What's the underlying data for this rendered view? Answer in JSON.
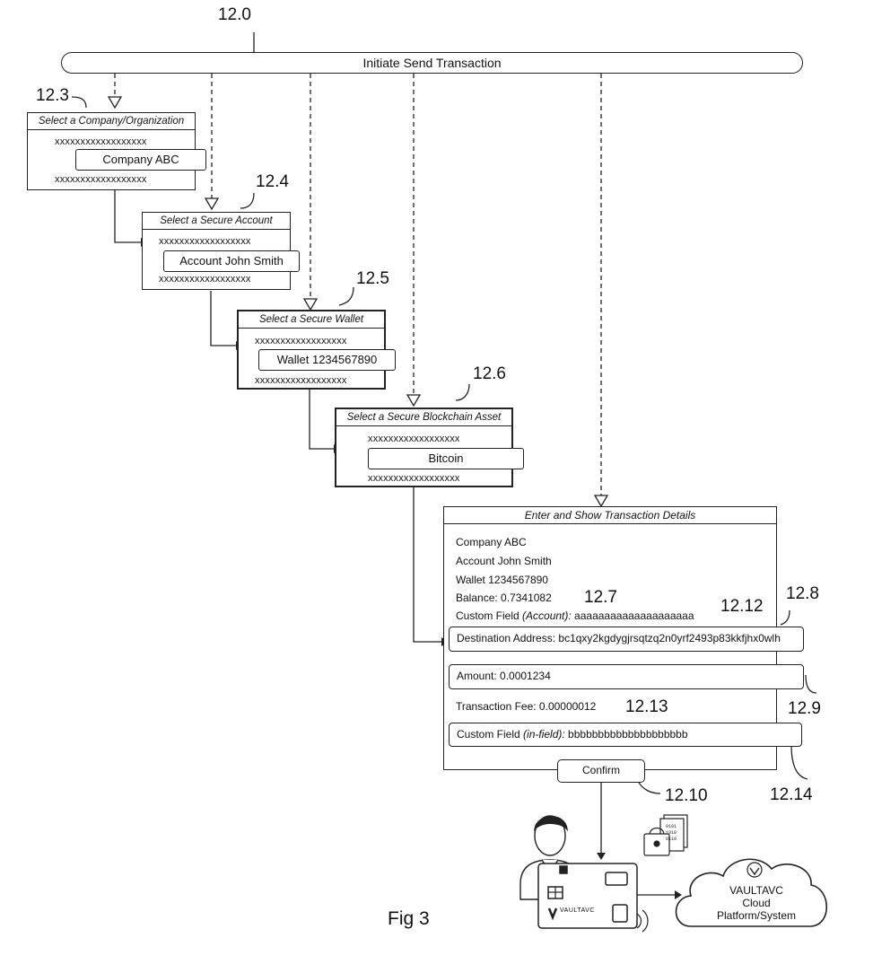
{
  "banner": {
    "label": "Initiate Send Transaction",
    "ref": "12.0"
  },
  "panels": {
    "company": {
      "ref": "12.3",
      "header": "Select a Company/Organization",
      "filler_top": "xxxxxxxxxxxxxxxxxx",
      "selected": "Company ABC",
      "filler_bottom": "xxxxxxxxxxxxxxxxxx"
    },
    "account": {
      "ref": "12.4",
      "header": "Select a Secure Account",
      "filler_top": "xxxxxxxxxxxxxxxxxx",
      "selected": "Account John Smith",
      "filler_bottom": "xxxxxxxxxxxxxxxxxx"
    },
    "wallet": {
      "ref": "12.5",
      "header": "Select a Secure Wallet",
      "filler_top": "xxxxxxxxxxxxxxxxxx",
      "selected": "Wallet 1234567890",
      "filler_bottom": "xxxxxxxxxxxxxxxxxx"
    },
    "asset": {
      "ref": "12.6",
      "header": "Select a Secure Blockchain Asset",
      "filler_top": "xxxxxxxxxxxxxxxxxx",
      "selected": "Bitcoin",
      "filler_bottom": "xxxxxxxxxxxxxxxxxx"
    }
  },
  "details": {
    "header": "Enter and Show Transaction Details",
    "company": "Company ABC",
    "account": "Account John Smith",
    "wallet": "Wallet 1234567890",
    "balance": "Balance: 0.7341082",
    "custom_account_prefix": "Custom Field ",
    "custom_account_italic": "(Account):",
    "custom_account_value": " aaaaaaaaaaaaaaaaaaaa",
    "destination": "Destination Address: bc1qxy2kgdygjrsqtzq2n0yrf2493p83kkfjhx0wlh",
    "amount": "Amount: 0.0001234",
    "fee": "Transaction Fee: 0.00000012",
    "custom_infield_prefix": "Custom Field ",
    "custom_infield_italic": "(in-field):",
    "custom_infield_value": " bbbbbbbbbbbbbbbbbbbb",
    "confirm_label": "Confirm",
    "refs": {
      "r127": "12.7",
      "r128": "12.8",
      "r129": "12.9",
      "r1210": "12.10",
      "r1212": "12.12",
      "r1213": "12.13",
      "r1214": "12.14"
    }
  },
  "device": {
    "card_brand": "VAULTAVC",
    "cloud_lines": [
      "VAULTAVC",
      "Cloud",
      "Platform/System"
    ]
  },
  "figure_label": "Fig 3"
}
